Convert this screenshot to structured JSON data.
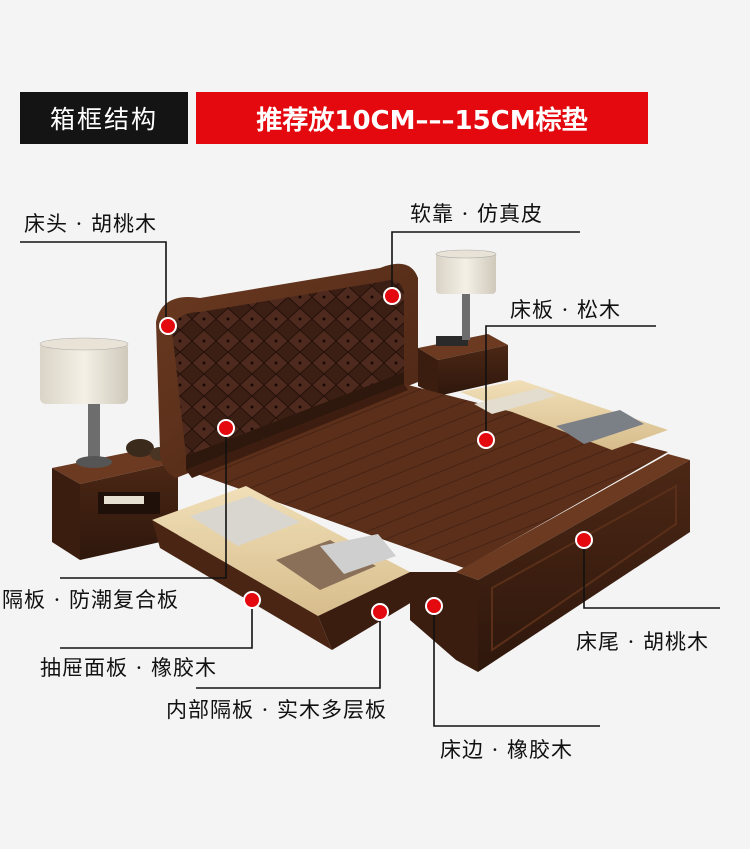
{
  "header": {
    "section_title": "箱框结构",
    "recommendation": "推荐放10CM–––15CM棕垫"
  },
  "labels": {
    "headboard": "床头 · 胡桃木",
    "soft_back": "软靠 · 仿真皮",
    "bed_board": "床板 · 松木",
    "partition": "隔板 · 防潮复合板",
    "drawer_panel": "抽屉面板 · 橡胶木",
    "inner_partition": "内部隔板 · 实木多层板",
    "bed_tail": "床尾 · 胡桃木",
    "bed_side": "床边 · 橡胶木"
  },
  "colors": {
    "accent_red": "#e3090f",
    "wood_dark": "#4a2716",
    "leather": "#3a1d14"
  }
}
